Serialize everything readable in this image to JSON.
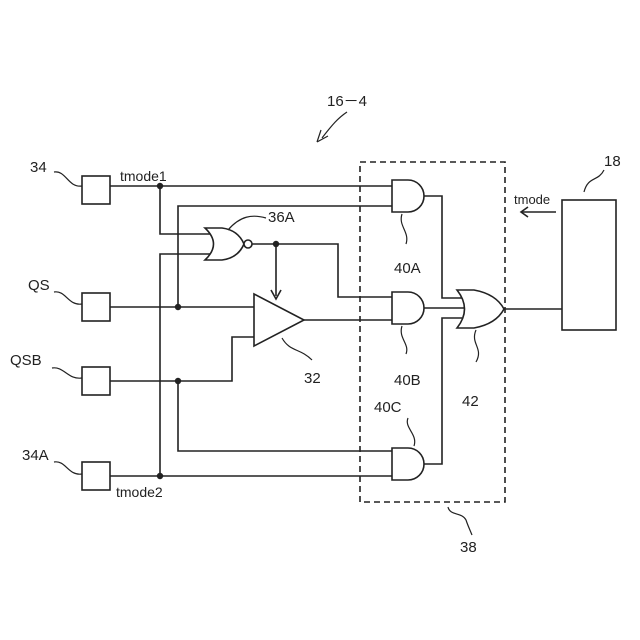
{
  "labels": {
    "figure_ref": "16－4",
    "ref_34": "34",
    "ref_34A": "34A",
    "ref_QS": "QS",
    "ref_QSB": "QSB",
    "tmode1": "tmode1",
    "tmode2": "tmode2",
    "ref_36A": "36A",
    "ref_32": "32",
    "ref_40A": "40A",
    "ref_40B": "40B",
    "ref_40C": "40C",
    "ref_42": "42",
    "ref_38": "38",
    "ref_18": "18",
    "tmode": "tmode"
  }
}
